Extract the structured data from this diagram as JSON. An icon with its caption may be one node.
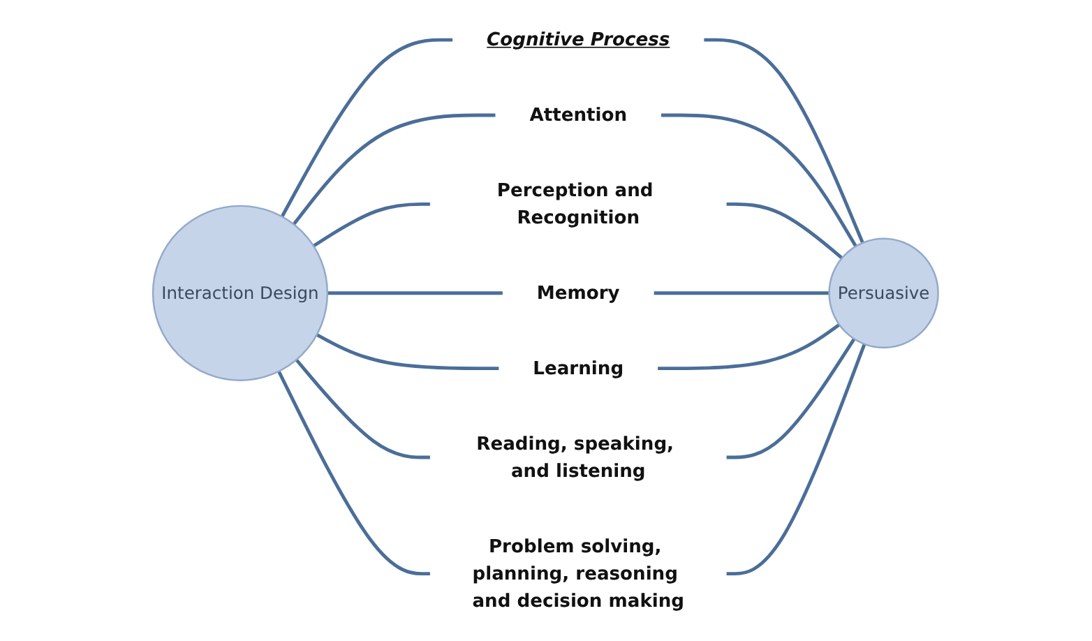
{
  "diagram": {
    "nodes": [
      {
        "text": [
          "Interaction Design"
        ]
      },
      {
        "text": [
          "Cognitive Process"
        ]
      },
      {
        "text": [
          "Attention"
        ]
      },
      {
        "text": [
          "Perception and Recognition"
        ]
      },
      {
        "text": [
          "Memory"
        ]
      },
      {
        "text": [
          "Learning"
        ]
      },
      {
        "text": [
          "Reading, speaking, and listening"
        ]
      },
      {
        "text": [
          "Problem solving, planning, reasoning and decision making"
        ]
      },
      {
        "text": [
          "Persuasive"
        ]
      }
    ],
    "edges": [
      {
        "from": 0,
        "to": 1,
        "arrow": "none"
      },
      {
        "from": 0,
        "to": 2,
        "arrow": "none"
      },
      {
        "from": 0,
        "to": 3,
        "arrow": "none"
      },
      {
        "from": 0,
        "to": 4,
        "arrow": "none"
      },
      {
        "from": 0,
        "to": 5,
        "arrow": "none"
      },
      {
        "from": 0,
        "to": 6,
        "arrow": "none"
      },
      {
        "from": 0,
        "to": 7,
        "arrow": "none"
      },
      {
        "from": 1,
        "to": 8,
        "arrow": "none"
      },
      {
        "from": 2,
        "to": 8,
        "arrow": "none"
      },
      {
        "from": 3,
        "to": 8,
        "arrow": "none"
      },
      {
        "from": 4,
        "to": 8,
        "arrow": "none"
      },
      {
        "from": 5,
        "to": 8,
        "arrow": "none"
      },
      {
        "from": 6,
        "to": 8,
        "arrow": "none"
      },
      {
        "from": 7,
        "to": 8,
        "arrow": "none"
      }
    ]
  }
}
